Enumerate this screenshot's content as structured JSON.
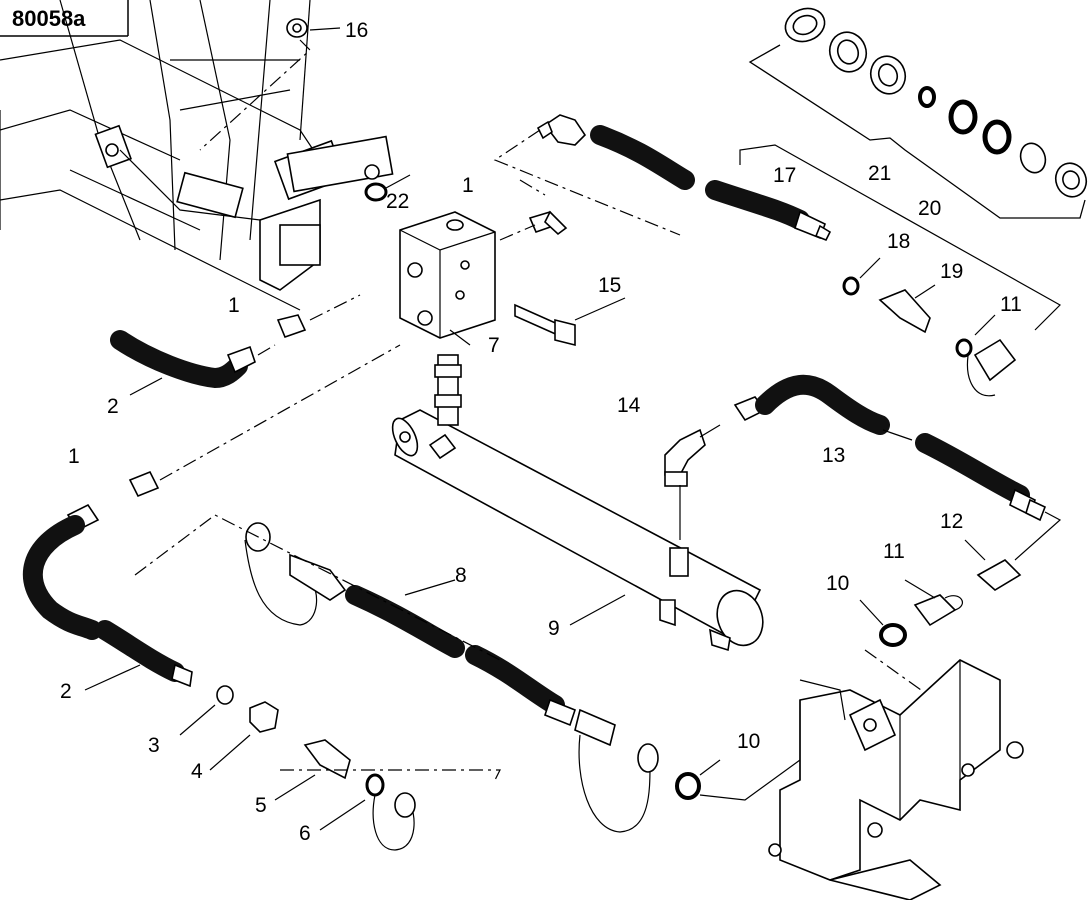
{
  "figure": {
    "reference_id": "80058a",
    "callouts": [
      "1",
      "1",
      "1",
      "2",
      "2",
      "3",
      "4",
      "5",
      "6",
      "7",
      "8",
      "9",
      "10",
      "10",
      "11",
      "11",
      "12",
      "13",
      "14",
      "15",
      "16",
      "17",
      "18",
      "19",
      "20",
      "21",
      "22"
    ]
  }
}
